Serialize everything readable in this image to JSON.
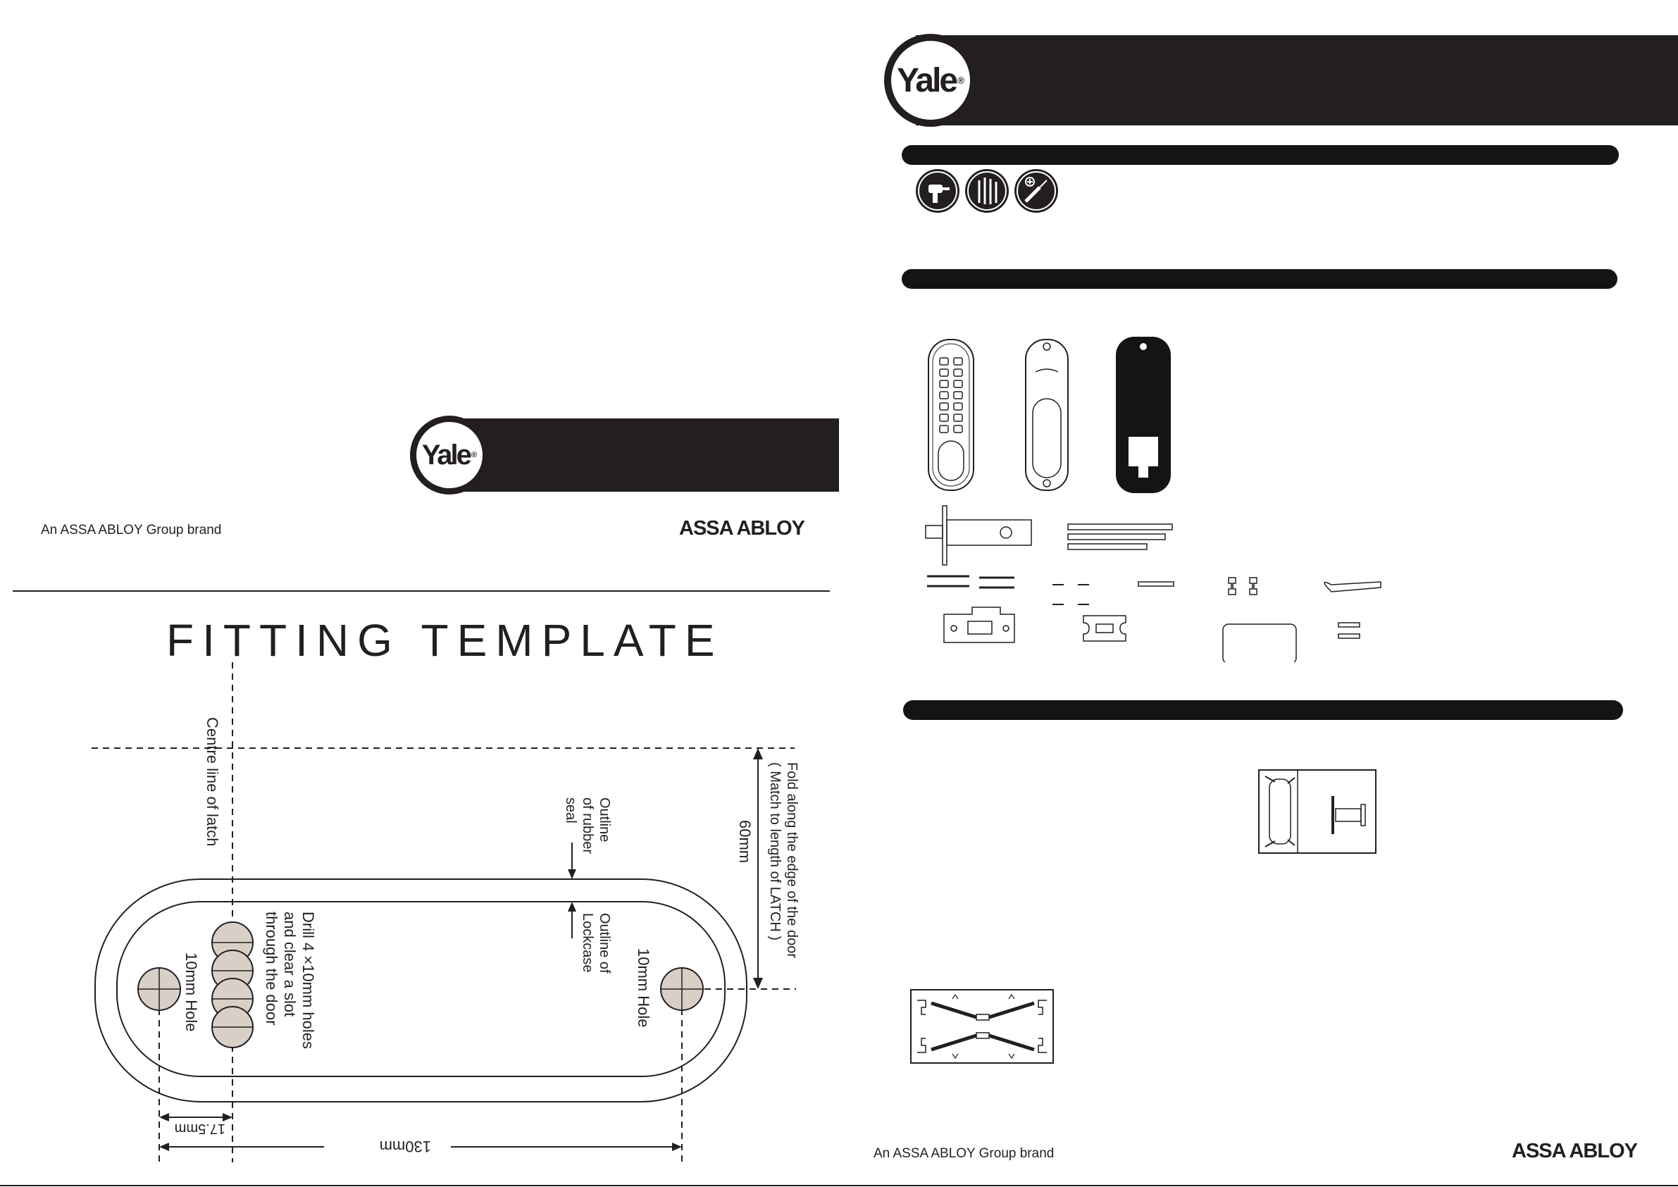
{
  "cover": {
    "brand_tagline": "An ASSA ABLOY Group brand",
    "assa_abloy_logo": "ASSA ABLOY",
    "yale_logo": "Yale"
  },
  "template": {
    "title": "FITTING TEMPLATE",
    "centre_line_label": "Centre line of latch",
    "fold_line1": "Fold along the edge of the door",
    "fold_line2": "( Match to length of LATCH )",
    "dim_60": "60mm",
    "seal_line1": "Outline",
    "seal_line2": "of rubber",
    "seal_line3": "seal",
    "lockcase_line1": "Outline of",
    "lockcase_line2": "Lockcase",
    "hole_right": "10mm Hole",
    "hole_left": "10mm Hole",
    "drill_line1": "Drill 4 ×10mm holes",
    "drill_line2": "and clear a slot",
    "drill_line3": "through the door",
    "dim_175": "17.5mm",
    "dim_130": "130mm"
  },
  "instructions": {
    "yale_logo": "Yale",
    "brand_tagline": "An ASSA ABLOY Group brand",
    "assa_abloy_logo": "ASSA ABLOY",
    "tool_icons": [
      "drill-icon",
      "drill-bits-icon",
      "screwdriver-icon"
    ]
  },
  "colors": {
    "brand_dark": "#231f20",
    "hole_fill": "#d8cfc6"
  }
}
